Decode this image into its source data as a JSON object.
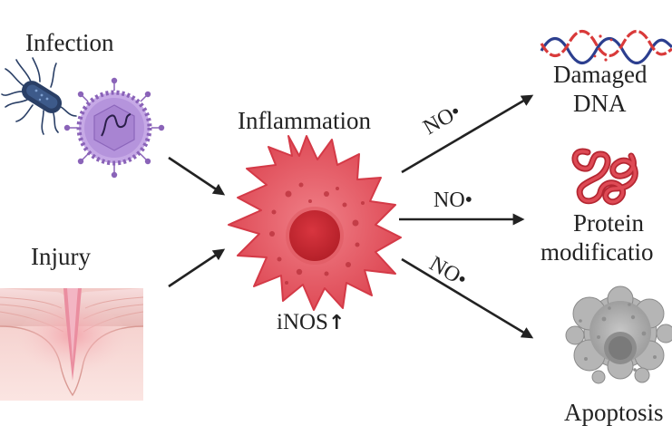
{
  "inputs": {
    "infection": {
      "label": "Infection",
      "icons": [
        "bacterium-icon",
        "virus-icon"
      ]
    },
    "injury": {
      "label": "Injury",
      "icons": [
        "skin-wound-icon"
      ]
    }
  },
  "center": {
    "label": "Inflammation",
    "cell_icon": "inflamed-cell-icon",
    "marker": "iNOS",
    "marker_arrow": "↑"
  },
  "outputs": {
    "arrow_label": "NO•",
    "dna": {
      "label_line1": "Damaged",
      "label_line2": "DNA",
      "icon": "damaged-dna-icon"
    },
    "protein": {
      "label_line1": "Protein",
      "label_line2": "modificatio",
      "icon": "protein-coil-icon"
    },
    "apoptosis": {
      "label": "Apoptosis",
      "icon": "apoptotic-cell-icon"
    }
  },
  "colors": {
    "cell_red": "#e0545e",
    "nucleus_red": "#c92d36",
    "dna_blue": "#2c3f8f",
    "dna_red": "#d93a3a",
    "protein_red": "#c9303a",
    "virus_purple": "#9a72c8",
    "bacterium_navy": "#2a3f66",
    "skin_pink": "#f0b0b5",
    "apoptosis_gray": "#9b9b9b",
    "arrow": "#222222"
  }
}
